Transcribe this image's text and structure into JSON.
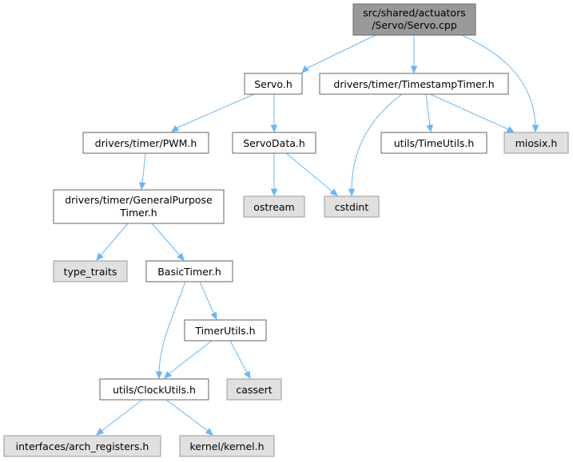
{
  "graph": {
    "nodes": {
      "root": [
        "src/shared/actuators",
        "/Servo/Servo.cpp"
      ],
      "servo_h": [
        "Servo.h"
      ],
      "timestamp_timer": [
        "drivers/timer/TimestampTimer.h"
      ],
      "miosix": [
        "miosix.h"
      ],
      "pwm": [
        "drivers/timer/PWM.h"
      ],
      "servodata": [
        "ServoData.h"
      ],
      "timeutils": [
        "utils/TimeUtils.h"
      ],
      "gp_timer": [
        "drivers/timer/GeneralPurpose",
        "Timer.h"
      ],
      "ostream": [
        "ostream"
      ],
      "cstdint": [
        "cstdint"
      ],
      "type_traits": [
        "type_traits"
      ],
      "basictimer": [
        "BasicTimer.h"
      ],
      "timerutils": [
        "TimerUtils.h"
      ],
      "clockutils": [
        "utils/ClockUtils.h"
      ],
      "cassert": [
        "cassert"
      ],
      "arch_registers": [
        "interfaces/arch_registers.h"
      ],
      "kernel": [
        "kernel/kernel.h"
      ]
    },
    "edges": [
      [
        "root",
        "servo_h"
      ],
      [
        "root",
        "timestamp_timer"
      ],
      [
        "root",
        "miosix"
      ],
      [
        "servo_h",
        "pwm"
      ],
      [
        "servo_h",
        "servodata"
      ],
      [
        "timestamp_timer",
        "cstdint"
      ],
      [
        "timestamp_timer",
        "timeutils"
      ],
      [
        "timestamp_timer",
        "miosix"
      ],
      [
        "pwm",
        "gp_timer"
      ],
      [
        "servodata",
        "ostream"
      ],
      [
        "servodata",
        "cstdint"
      ],
      [
        "gp_timer",
        "type_traits"
      ],
      [
        "gp_timer",
        "basictimer"
      ],
      [
        "basictimer",
        "clockutils"
      ],
      [
        "basictimer",
        "timerutils"
      ],
      [
        "timerutils",
        "clockutils"
      ],
      [
        "timerutils",
        "cassert"
      ],
      [
        "clockutils",
        "arch_registers"
      ],
      [
        "clockutils",
        "kernel"
      ]
    ],
    "colors": {
      "edge": "#63b8ff",
      "root_fill": "#999999",
      "system_fill": "#e0e0e0",
      "normal_fill": "#ffffff",
      "border": "#666666"
    }
  }
}
